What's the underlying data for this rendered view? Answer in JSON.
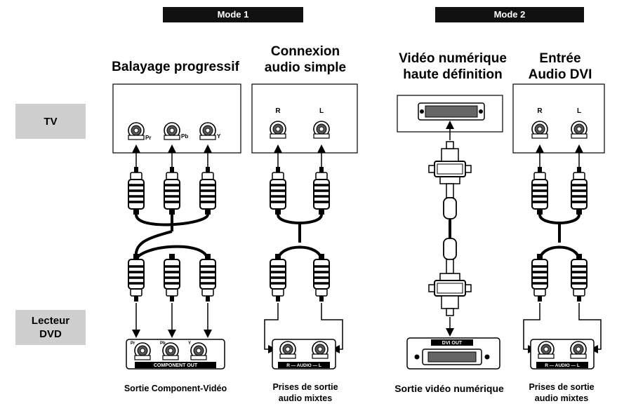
{
  "modes": [
    {
      "label": "Mode 1"
    },
    {
      "label": "Mode 2"
    }
  ],
  "side_labels": {
    "tv": "TV",
    "dvd_line1": "Lecteur",
    "dvd_line2": "DVD"
  },
  "columns": [
    {
      "id": "progressive",
      "title_lines": [
        "Balayage progressif"
      ],
      "tv_ports": [
        "Pr",
        "Pb",
        "Y"
      ],
      "dvd_ports": [
        "Pr",
        "Pb",
        "Y"
      ],
      "panel_label": "COMPONENT OUT",
      "caption_lines": [
        "Sortie Component-Vidéo"
      ]
    },
    {
      "id": "audio-simple",
      "title_lines": [
        "Connexion",
        "audio simple"
      ],
      "tv_ports": [
        "R",
        "L"
      ],
      "panel_label": "R — AUDIO — L",
      "caption_lines": [
        "Prises de sortie",
        "audio mixtes"
      ]
    },
    {
      "id": "dvi",
      "title_lines": [
        "Vidéo numérique",
        "haute définition"
      ],
      "panel_label": "DVI OUT",
      "caption_lines": [
        "Sortie vidéo numérique"
      ]
    },
    {
      "id": "audio-dvi",
      "title_lines": [
        "Entrée",
        "Audio DVI"
      ],
      "tv_ports": [
        "R",
        "L"
      ],
      "panel_label": "R — AUDIO — L",
      "caption_lines": [
        "Prises de sortie",
        "audio mixtes"
      ]
    }
  ]
}
